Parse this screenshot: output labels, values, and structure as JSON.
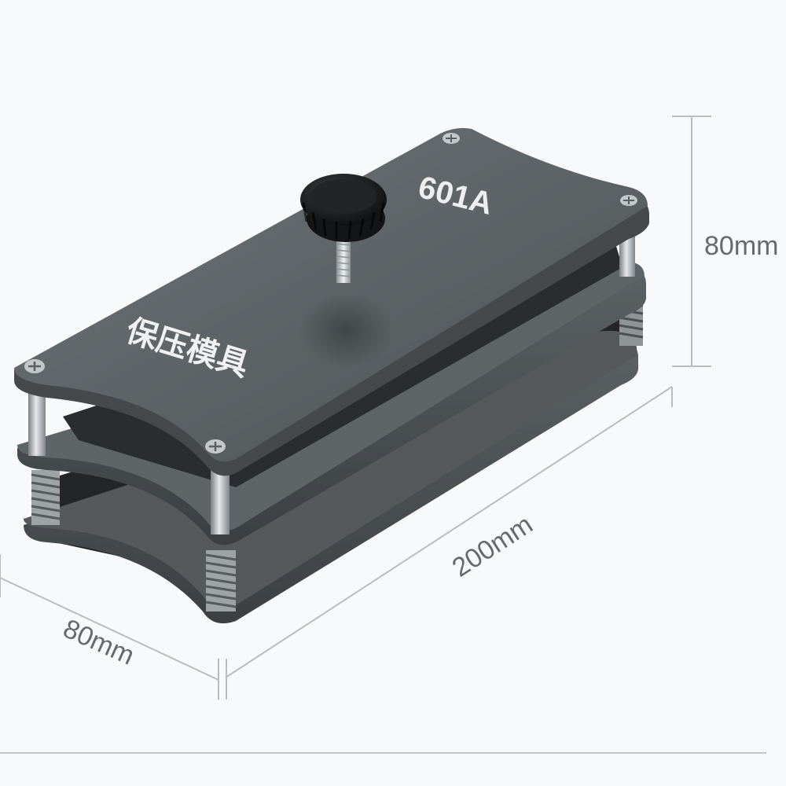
{
  "product": {
    "model_label": "601A",
    "name_label": "保压模具"
  },
  "dimensions": {
    "height": "80mm",
    "length": "200mm",
    "width": "80mm"
  },
  "colors": {
    "background": "#f8f9fa",
    "plate": "#5a5f62",
    "plate_edge": "#3e4245",
    "dim_line": "#b9bdc0",
    "dim_text": "#666a6e"
  }
}
